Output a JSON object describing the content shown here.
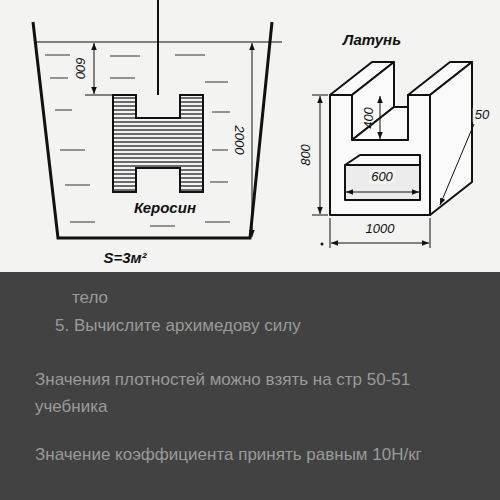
{
  "diagram": {
    "labels": [
      "600",
      "2000",
      "Керосин",
      "S=3м²",
      "Латунь",
      "800",
      "400",
      "600",
      "1000",
      "50",
      "тело",
      "5. Вычислите архимедову силу",
      "Значения плотностей можно взять на стр 50-51 учебника",
      "Значение коэффициента принять равным 10Н/кг"
    ]
  }
}
